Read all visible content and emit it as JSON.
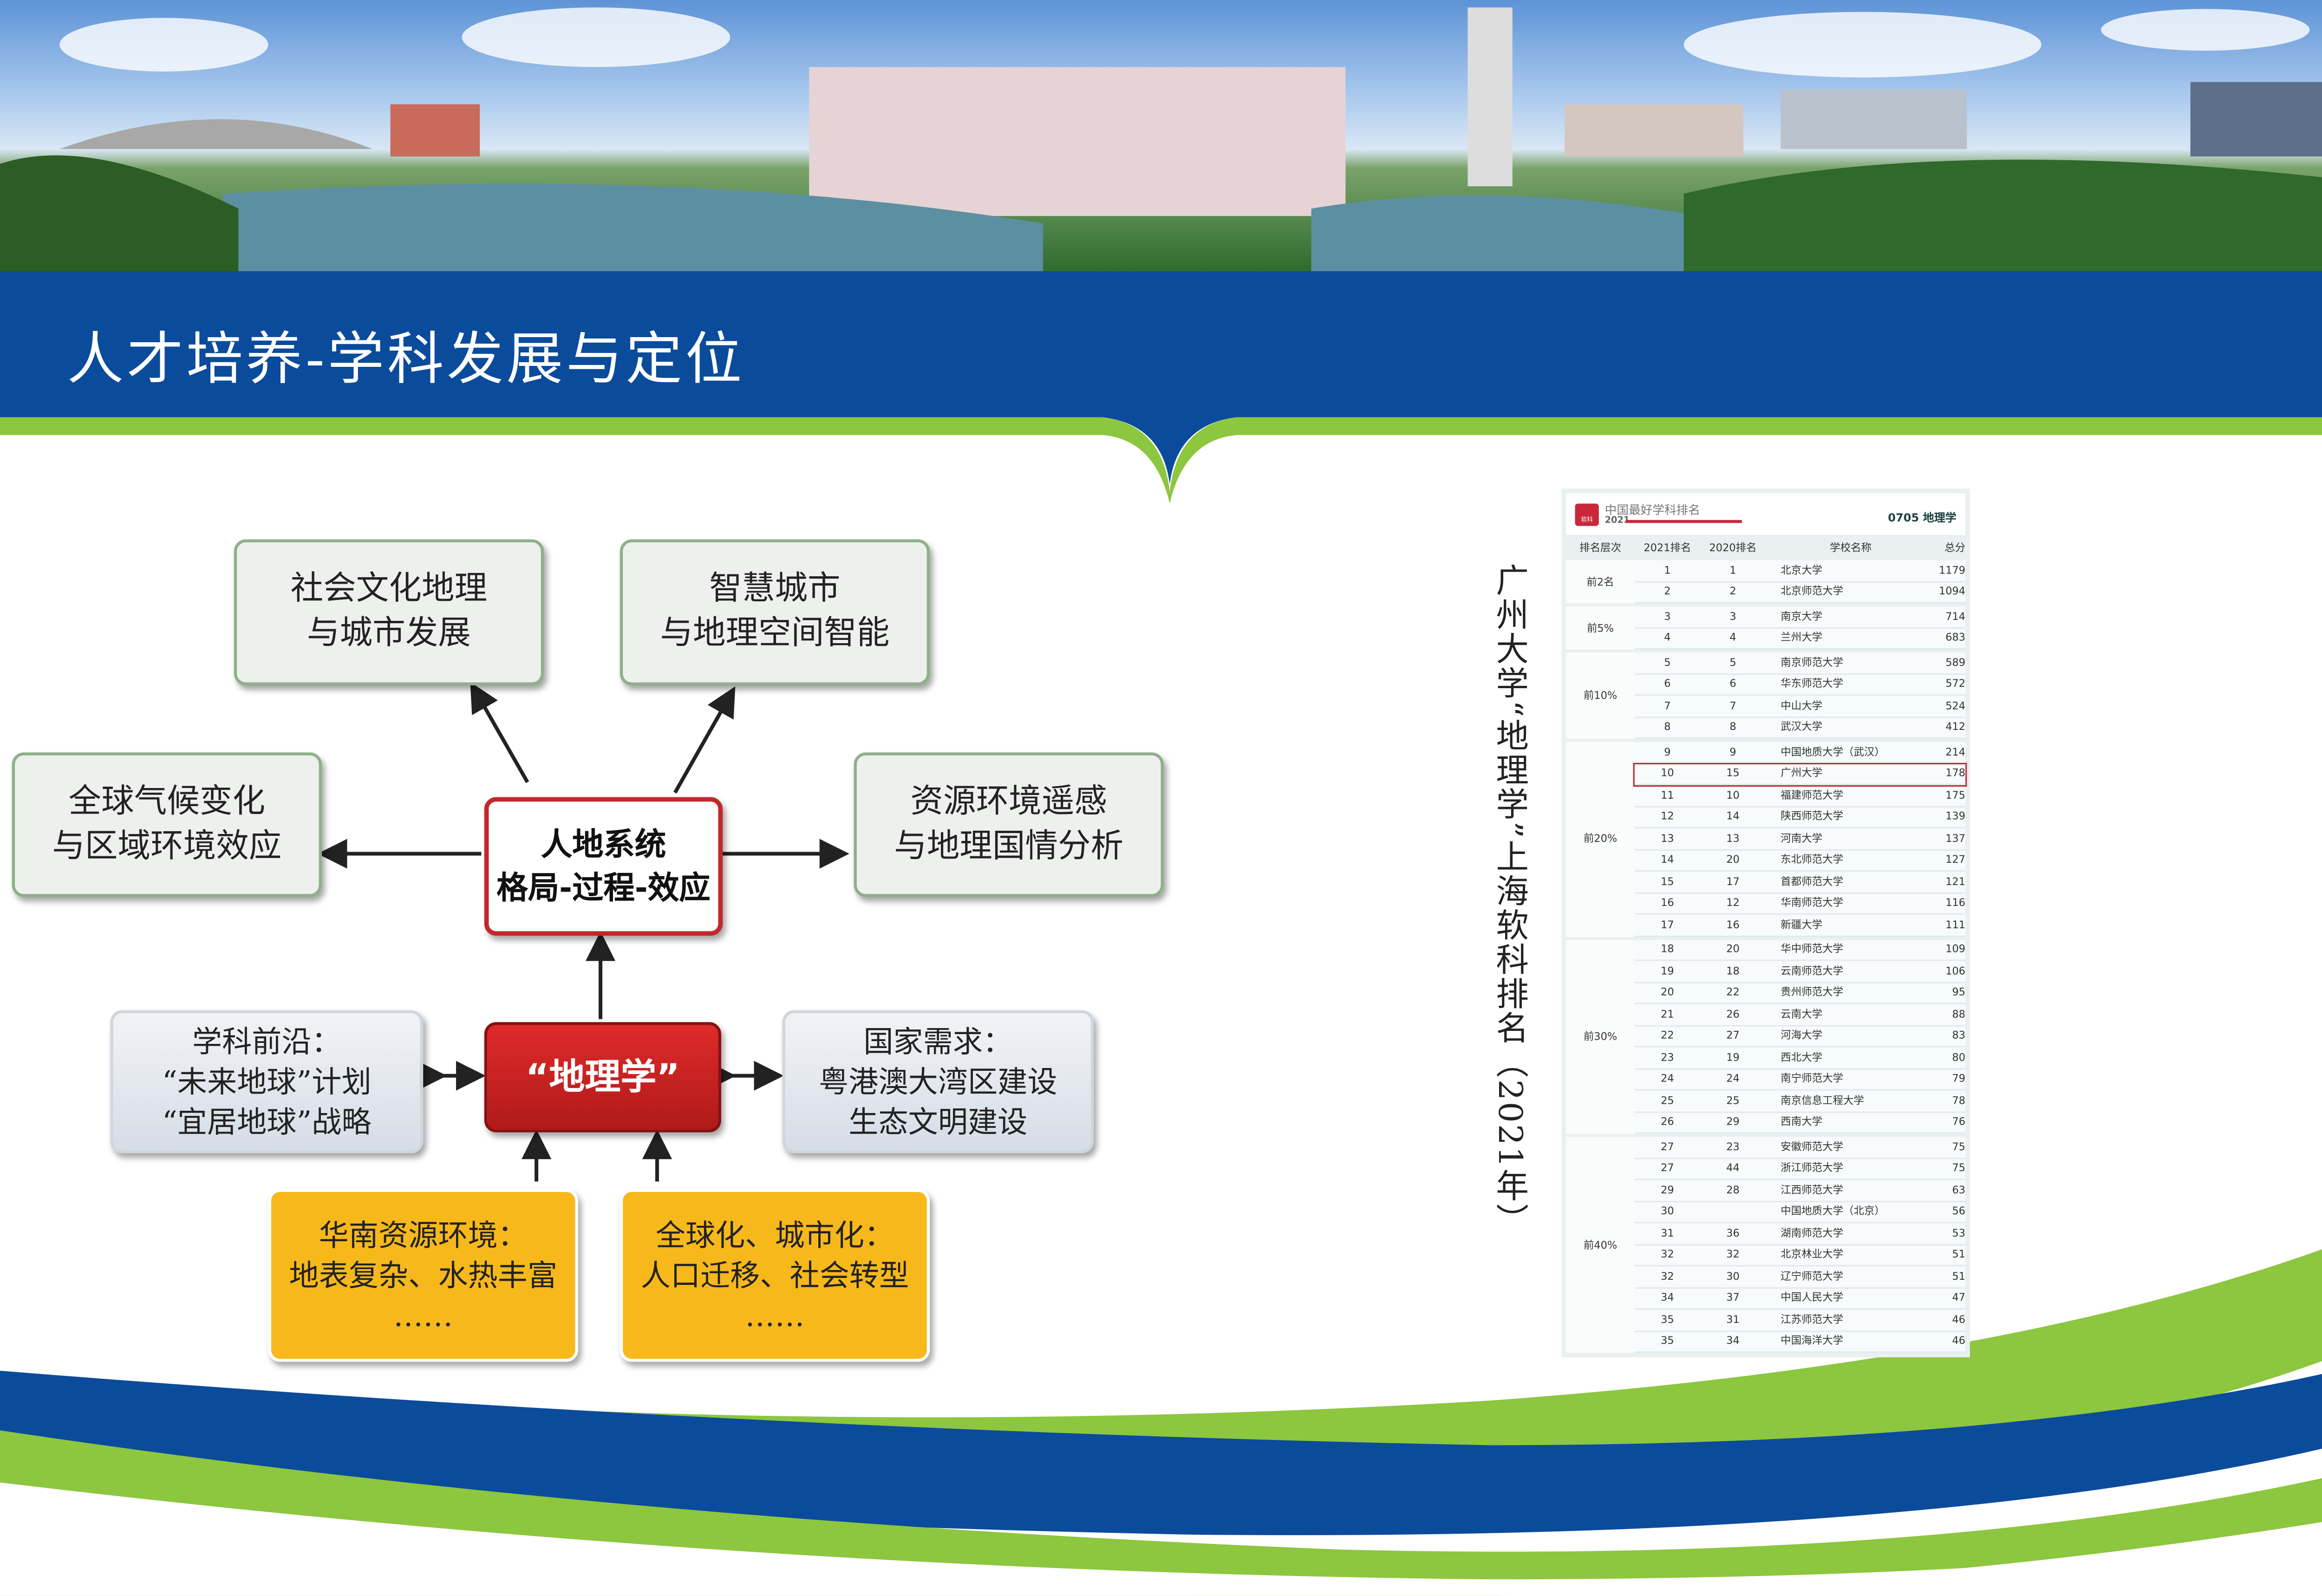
{
  "header": {
    "title": "人才培养-学科发展与定位"
  },
  "diagram": {
    "top_left": [
      "社会文化地理",
      "与城市发展"
    ],
    "top_right": [
      "智慧城市",
      "与地理空间智能"
    ],
    "mid_left": [
      "全球气候变化",
      "与区域环境效应"
    ],
    "mid_right": [
      "资源环境遥感",
      "与地理国情分析"
    ],
    "center": [
      "人地系统",
      "格局-过程-效应"
    ],
    "core": "“地理学”",
    "frontier": [
      "学科前沿：",
      "“未来地球”计划",
      "“宜居地球”战略"
    ],
    "national": [
      "国家需求：",
      "粤港澳大湾区建设",
      "生态文明建设"
    ],
    "south_china": [
      "华南资源环境：",
      "地表复杂、水热丰富",
      "……"
    ],
    "globalization": [
      "全球化、城市化：",
      "人口迁移、社会转型",
      "……"
    ]
  },
  "side_caption": "广州大学“地理学”上海软科排名（2021年）",
  "ranking": {
    "brand": "中国最好学科排名",
    "logo_text": "软科",
    "year": "2021",
    "subject": "0705 地理学",
    "columns": [
      "排名层次",
      "2021排名",
      "2020排名",
      "学校名称",
      "总分"
    ],
    "highlight_color": "#c8283a",
    "groups": [
      {
        "tier": "前2名",
        "rows": [
          [
            "1",
            "1",
            "北京大学",
            "1179"
          ],
          [
            "2",
            "2",
            "北京师范大学",
            "1094"
          ]
        ]
      },
      {
        "tier": "前5%",
        "rows": [
          [
            "3",
            "3",
            "南京大学",
            "714"
          ],
          [
            "4",
            "4",
            "兰州大学",
            "683"
          ]
        ]
      },
      {
        "tier": "前10%",
        "rows": [
          [
            "5",
            "5",
            "南京师范大学",
            "589"
          ],
          [
            "6",
            "6",
            "华东师范大学",
            "572"
          ],
          [
            "7",
            "7",
            "中山大学",
            "524"
          ],
          [
            "8",
            "8",
            "武汉大学",
            "412"
          ]
        ]
      },
      {
        "tier": "前20%",
        "rows": [
          [
            "9",
            "9",
            "中国地质大学（武汉）",
            "214"
          ],
          [
            "10",
            "15",
            "广州大学",
            "178"
          ],
          [
            "11",
            "10",
            "福建师范大学",
            "175"
          ],
          [
            "12",
            "14",
            "陕西师范大学",
            "139"
          ],
          [
            "13",
            "13",
            "河南大学",
            "137"
          ],
          [
            "14",
            "20",
            "东北师范大学",
            "127"
          ],
          [
            "15",
            "17",
            "首都师范大学",
            "121"
          ],
          [
            "16",
            "12",
            "华南师范大学",
            "116"
          ],
          [
            "17",
            "16",
            "新疆大学",
            "111"
          ]
        ]
      },
      {
        "tier": "前30%",
        "rows": [
          [
            "18",
            "20",
            "华中师范大学",
            "109"
          ],
          [
            "19",
            "18",
            "云南师范大学",
            "106"
          ],
          [
            "20",
            "22",
            "贵州师范大学",
            "95"
          ],
          [
            "21",
            "26",
            "云南大学",
            "88"
          ],
          [
            "22",
            "27",
            "河海大学",
            "83"
          ],
          [
            "23",
            "19",
            "西北大学",
            "80"
          ],
          [
            "24",
            "24",
            "南宁师范大学",
            "79"
          ],
          [
            "25",
            "25",
            "南京信息工程大学",
            "78"
          ],
          [
            "26",
            "29",
            "西南大学",
            "76"
          ]
        ]
      },
      {
        "tier": "前40%",
        "rows": [
          [
            "27",
            "23",
            "安徽师范大学",
            "75"
          ],
          [
            "27",
            "44",
            "浙江师范大学",
            "75"
          ],
          [
            "29",
            "28",
            "江西师范大学",
            "63"
          ],
          [
            "30",
            "",
            "中国地质大学（北京）",
            "56"
          ],
          [
            "31",
            "36",
            "湖南师范大学",
            "53"
          ],
          [
            "32",
            "32",
            "北京林业大学",
            "51"
          ],
          [
            "32",
            "30",
            "辽宁师范大学",
            "51"
          ],
          [
            "34",
            "37",
            "中国人民大学",
            "47"
          ],
          [
            "35",
            "31",
            "江苏师范大学",
            "46"
          ],
          [
            "35",
            "34",
            "中国海洋大学",
            "46"
          ]
        ]
      }
    ]
  }
}
